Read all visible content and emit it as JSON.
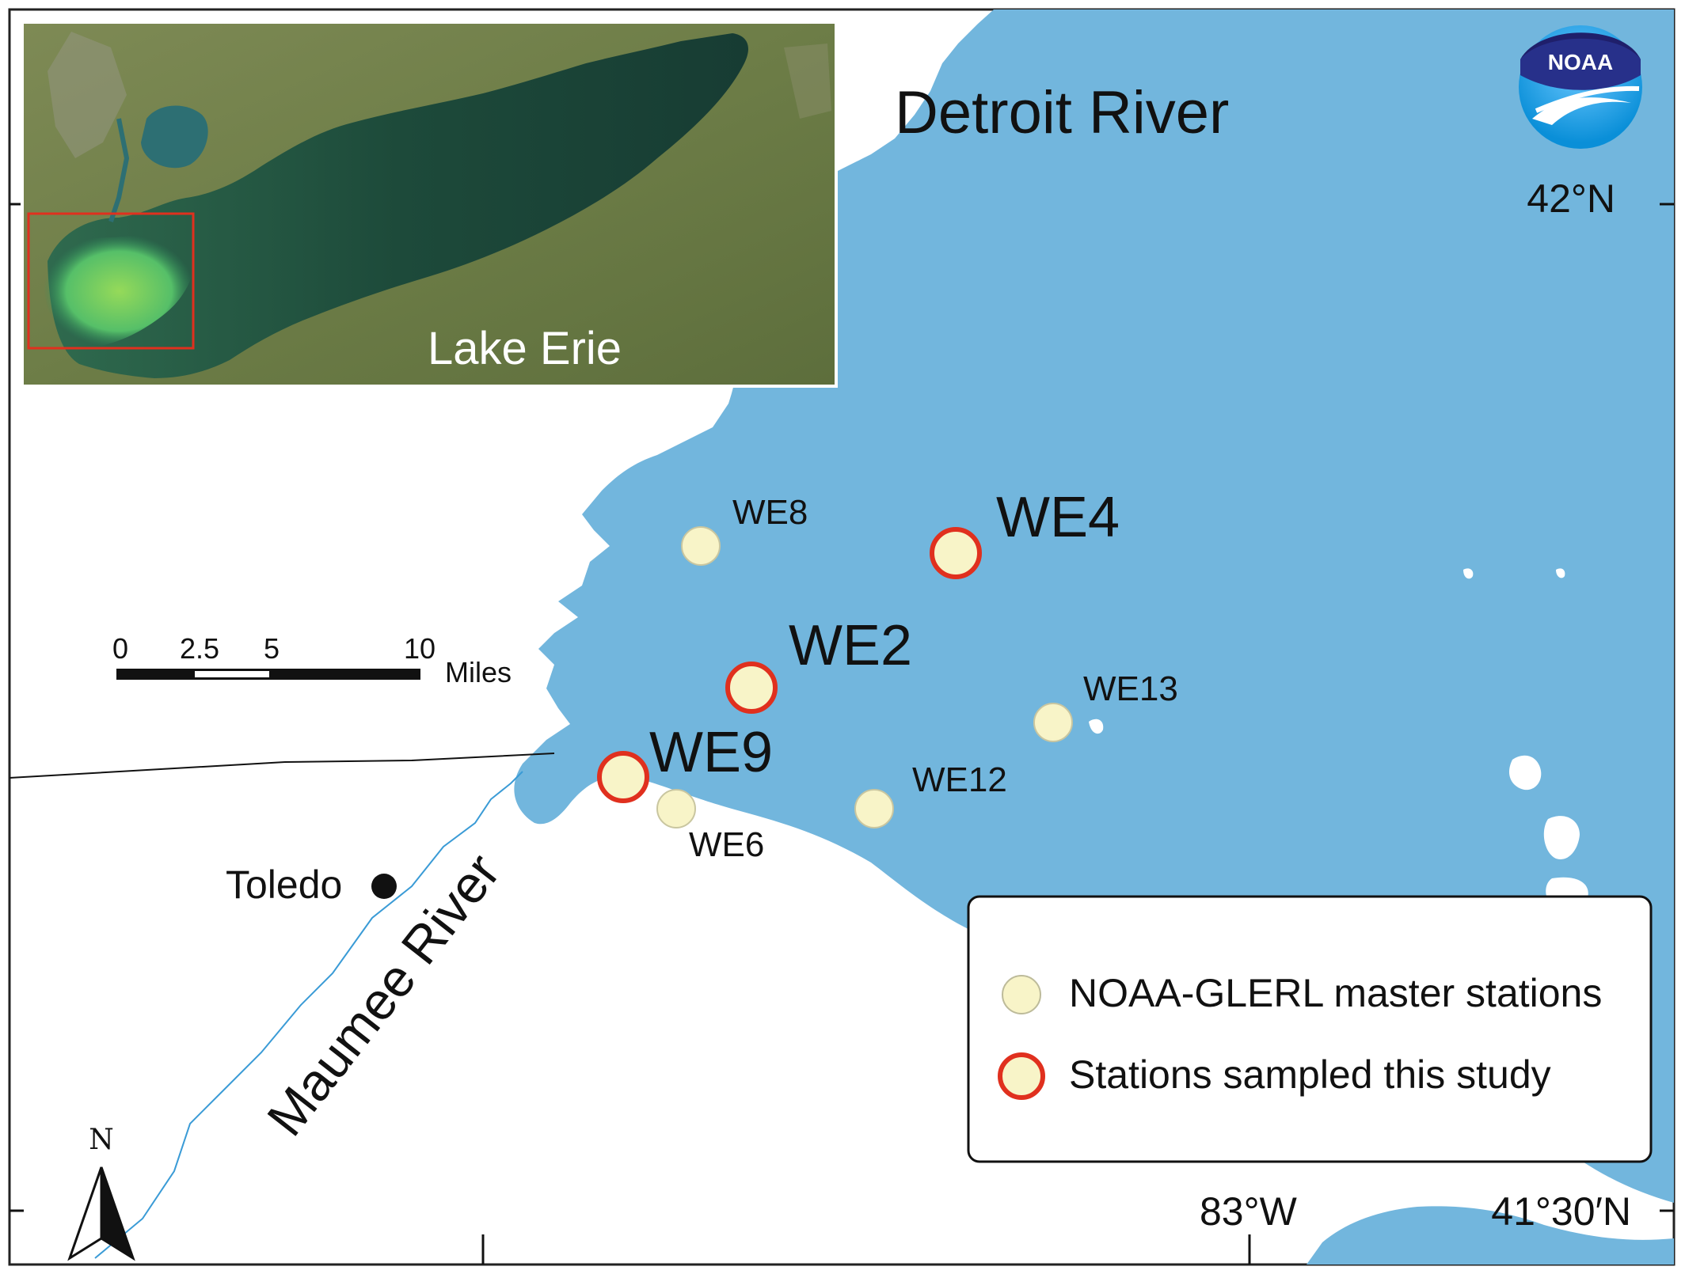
{
  "map": {
    "river_label_top": "Detroit River",
    "river_label_bottom": "Maumee River",
    "city_label": "Toledo",
    "inset_label": "Lake Erie",
    "logo_text": "NOAA",
    "north_label": "N",
    "lat_42": "42°N",
    "lat_4130": "41°30′N",
    "lon_83": "83°W",
    "colors": {
      "water": "#72b6dd",
      "master_fill": "#f8f4c8",
      "sampled_outline": "#e0301e",
      "inset_outline": "#e0301e"
    }
  },
  "scale_bar": {
    "ticks": [
      "0",
      "2.5",
      "5",
      "10"
    ],
    "unit": "Miles"
  },
  "stations": [
    {
      "id": "WE8",
      "label": "WE8",
      "sampled": false
    },
    {
      "id": "WE4",
      "label": "WE4",
      "sampled": true
    },
    {
      "id": "WE2",
      "label": "WE2",
      "sampled": true
    },
    {
      "id": "WE13",
      "label": "WE13",
      "sampled": false
    },
    {
      "id": "WE9",
      "label": "WE9",
      "sampled": true
    },
    {
      "id": "WE6",
      "label": "WE6",
      "sampled": false
    },
    {
      "id": "WE12",
      "label": "WE12",
      "sampled": false
    }
  ],
  "legend": {
    "master": "NOAA-GLERL master stations",
    "sampled": "Stations sampled this study"
  }
}
